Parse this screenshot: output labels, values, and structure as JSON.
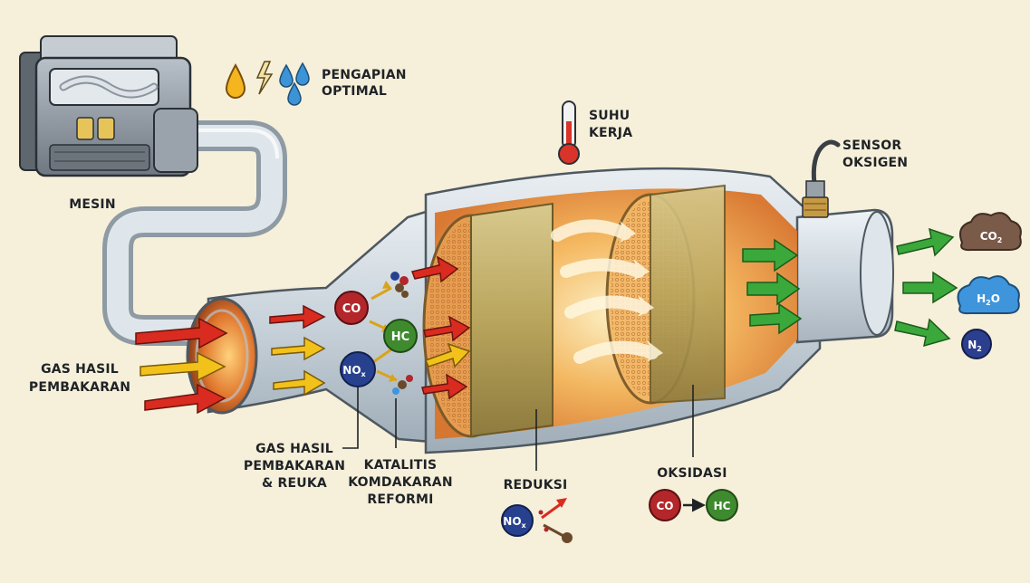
{
  "labels": {
    "engine": "MESIN",
    "ignition": [
      "PENGAPIAN",
      "OPTIMAL"
    ],
    "temperature": [
      "SUHU",
      "KERJA"
    ],
    "oxygen_sensor": [
      "SENSOR",
      "OKSIGEN"
    ],
    "exhaust_gas": [
      "GAS HASIL",
      "PEMBAKARAN"
    ],
    "gas_reaction": [
      "GAS HASIL",
      "PEMBAKARAN",
      "& REUKA"
    ],
    "catalytic": [
      "KATALITIS",
      "KOMDAKARAN",
      "REFORMI"
    ],
    "reduction": "REDUKSI",
    "oxidation": "OKSIDASI"
  },
  "molecules": {
    "co": "CO",
    "hc": "HC",
    "nox": {
      "base": "NO",
      "sub": "x"
    },
    "co2": {
      "base": "CO",
      "sub": "2"
    },
    "h2o": {
      "a": "H",
      "sub": "2",
      "b": "O"
    },
    "n2": {
      "base": "N",
      "sub": "2"
    }
  },
  "colors": {
    "background": "#f6efd9",
    "pipe": "#d5dde4",
    "co": "#b3262a",
    "hc": "#3f8a2f",
    "nox": "#28418f",
    "flow_red": "#d92b1f",
    "flow_yellow": "#f2c21b",
    "flow_green": "#3aa83a",
    "co2_cloud": "#7a5a48",
    "h2o_cloud": "#3f95dc",
    "n2": "#2b3f8e"
  }
}
